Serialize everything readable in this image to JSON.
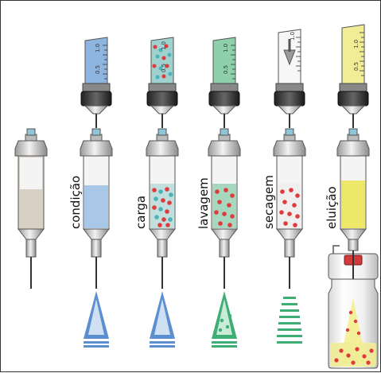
{
  "steps": [
    {
      "key": "cartridge",
      "label": ""
    },
    {
      "key": "condicao",
      "label": "condição"
    },
    {
      "key": "carga",
      "label": "carga"
    },
    {
      "key": "lavagem",
      "label": "lavagem"
    },
    {
      "key": "secagem",
      "label": "secagem"
    },
    {
      "key": "eluicao",
      "label": "eluição"
    }
  ],
  "scale_marks": {
    "one": "1.0",
    "half": "0.5"
  },
  "colors": {
    "blue": "#a9c8e8",
    "green": "#a7d8bf",
    "yellow": "#f1ec96",
    "bead": "#e03a3a",
    "bead_teal": "#4fb0b8",
    "frame": "#333333"
  }
}
